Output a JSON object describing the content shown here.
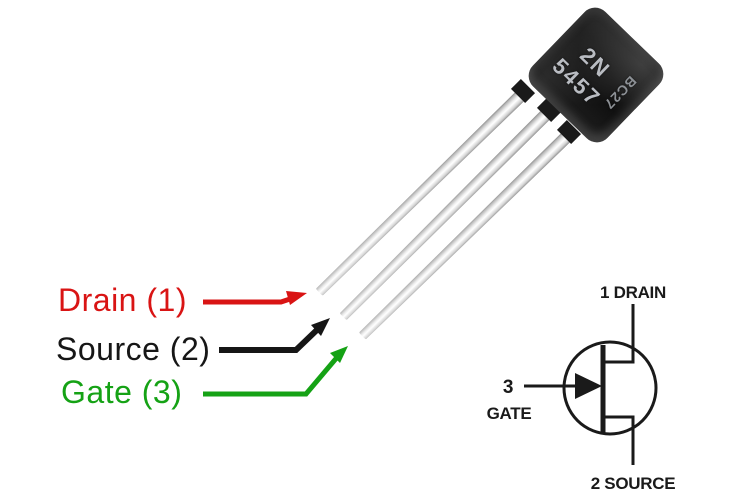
{
  "colors": {
    "background": "#ffffff",
    "drain": "#d91414",
    "source": "#161616",
    "gate": "#15a215",
    "schematic_line": "#1a1a1a",
    "package_body": "#141414",
    "lead_metal": "#d4d4d4",
    "marking_text": "#b9bcc2"
  },
  "photo": {
    "marking_line1": "2N",
    "marking_line2": "5457",
    "date_code": "BC27"
  },
  "pins": [
    {
      "label": "Drain (1)",
      "color": "#d91414"
    },
    {
      "label": "Source (2)",
      "color": "#161616"
    },
    {
      "label": "Gate (3)",
      "color": "#15a215"
    }
  ],
  "schematic": {
    "top_label": "1 DRAIN",
    "bottom_label": "2 SOURCE",
    "left_pin": "3",
    "left_label": "GATE"
  }
}
